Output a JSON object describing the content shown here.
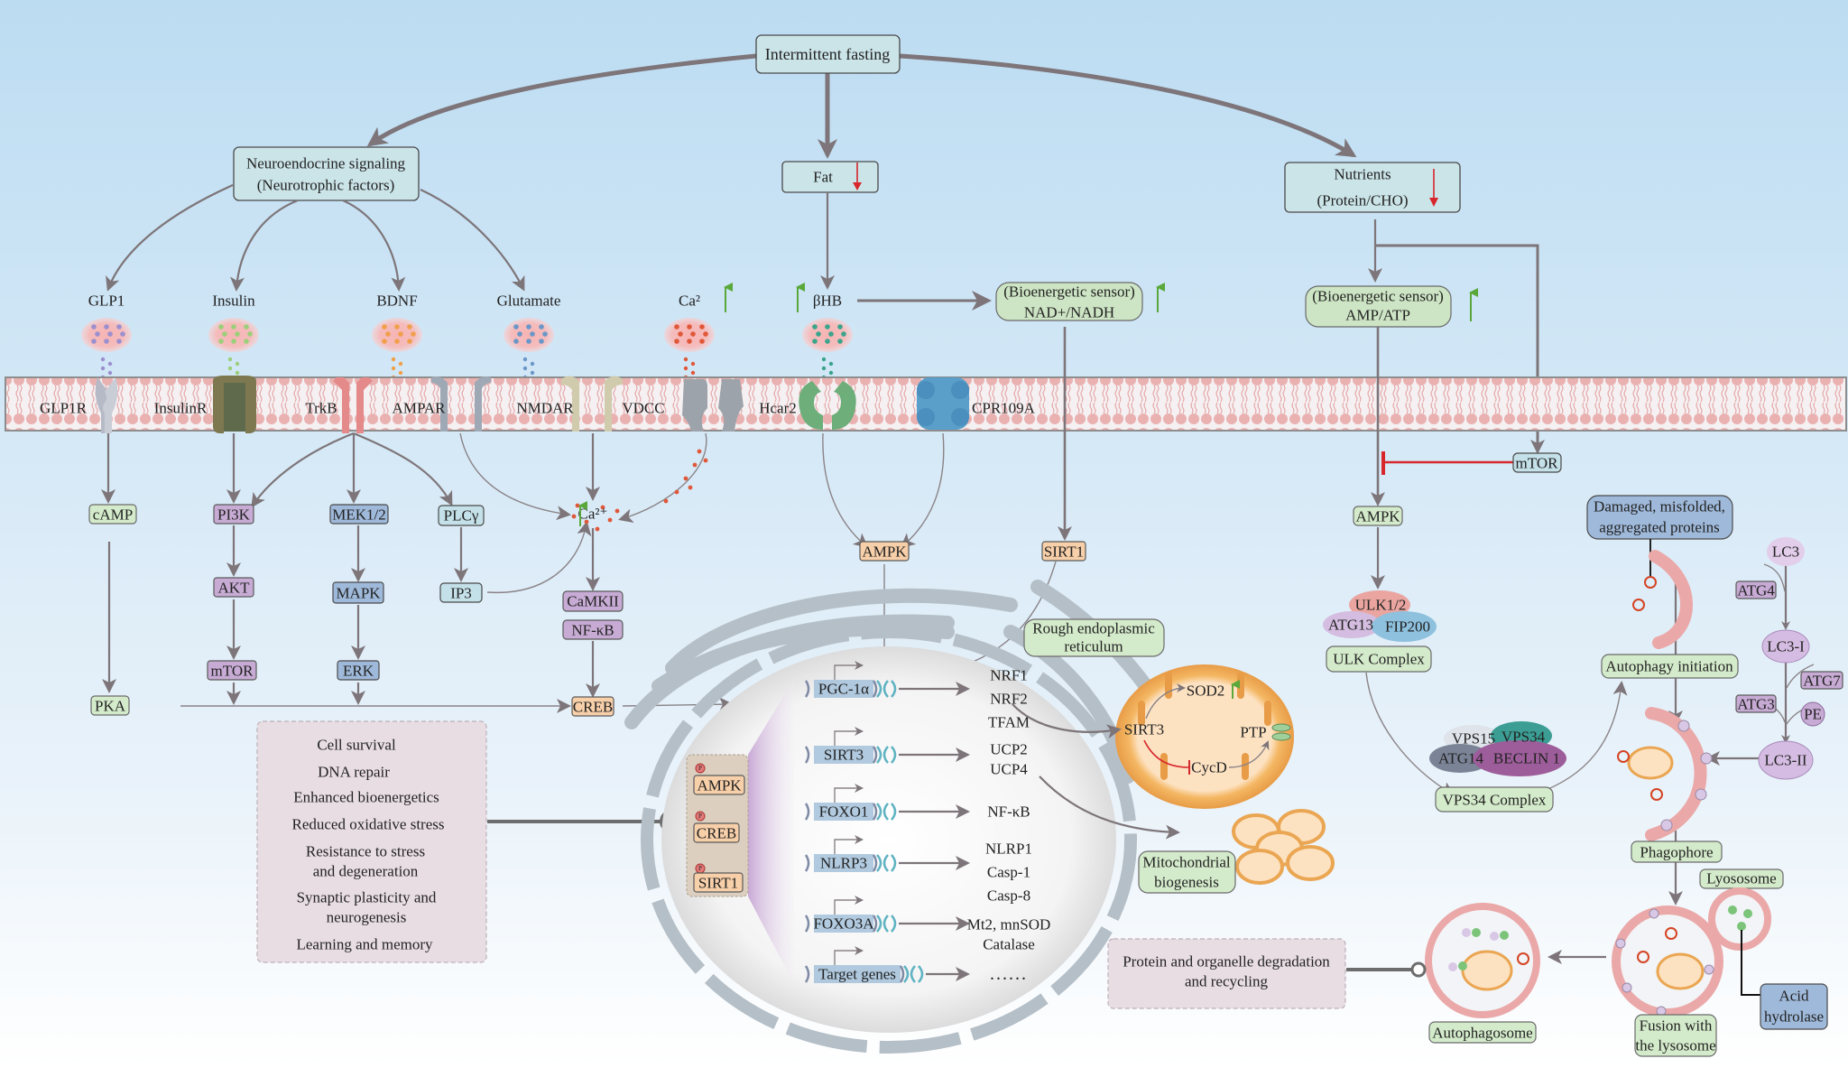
{
  "title": "Intermittent fasting",
  "top_branches": {
    "neuroendocrine": [
      "Neuroendocrine signaling",
      "(Neurotrophic factors)"
    ],
    "fat": "Fat",
    "nutrients": [
      "Nutrients",
      "(Protein/CHO)"
    ]
  },
  "ligands": {
    "glp1": "GLP1",
    "insulin": "Insulin",
    "bdnf": "BDNF",
    "glutamate": "Glutamate",
    "ca": "Ca²",
    "bhb": "βHB"
  },
  "sensors": {
    "nad": [
      "(Bioenergetic sensor)",
      "NAD+/NADH"
    ],
    "amp": [
      "(Bioenergetic sensor)",
      "AMP/ATP"
    ]
  },
  "receptors": {
    "glp1r": "GLP1R",
    "insulinr": "InsulinR",
    "trkb": "TrkB",
    "ampar": "AMPAR",
    "nmdar": "NMDAR",
    "vdcc": "VDCC",
    "hcar2": "Hcar2",
    "cpr109a": "CPR109A"
  },
  "signaling": {
    "camp": "cAMP",
    "pka": "PKA",
    "pi3k": "PI3K",
    "akt": "AKT",
    "mtor_left": "mTOR",
    "mek": "MEK1/2",
    "mapk": "MAPK",
    "erk": "ERK",
    "plcg": "PLCγ",
    "ip3": "IP3",
    "ca2": "Ca²⁺",
    "camkii": "CaMKII",
    "nfkb": "NF-κB",
    "creb": "CREB",
    "ampk_mid": "AMPK",
    "sirt1_mid": "SIRT1"
  },
  "effects": [
    "Cell survival",
    "DNA repair",
    "Enhanced bioenergetics",
    "Reduced oxidative stress",
    "Resistance to stress",
    "and degeneration",
    "Synaptic plasticity and",
    "neurogenesis",
    "Learning and memory"
  ],
  "phospho": {
    "p": "P",
    "items": [
      "AMPK",
      "CREB",
      "SIRT1"
    ]
  },
  "genes": [
    {
      "name": "PGC-1α",
      "targets": [
        "NRF1",
        "NRF2",
        "TFAM"
      ]
    },
    {
      "name": "SIRT3",
      "targets": [
        "UCP2",
        "UCP4"
      ]
    },
    {
      "name": "FOXO1",
      "targets": [
        "NF-κB"
      ]
    },
    {
      "name": "NLRP3",
      "targets": [
        "NLRP1",
        "Casp-1",
        "Casp-8"
      ]
    },
    {
      "name": "FOXO3A",
      "targets": [
        "Mt2, mnSOD",
        "Catalase"
      ]
    },
    {
      "name": "Target genes",
      "targets": [
        "......"
      ]
    }
  ],
  "rer": [
    "Rough endoplasmic",
    "reticulum"
  ],
  "mitochondrion": {
    "sirt3": "SIRT3",
    "sod2": "SOD2",
    "cycd": "CycD",
    "ptp": "PTP"
  },
  "mito_biogenesis": [
    "Mitochondrial",
    "biogenesis"
  ],
  "autophagy": {
    "mtor": "mTOR",
    "ampk": "AMPK",
    "ulk": {
      "ulk12": "ULK1/2",
      "atg13": "ATG13",
      "fip200": "FIP200",
      "label": "ULK Complex"
    },
    "vps": {
      "vps15": "VPS15",
      "vps34": "VPS34",
      "atg14": "ATG14",
      "beclin": "BECLIN 1",
      "label": "VPS34 Complex"
    },
    "damaged": [
      "Damaged, misfolded,",
      "aggregated proteins"
    ],
    "initiation": "Autophagy initiation",
    "lc3": "LC3",
    "atg4": "ATG4",
    "lc3i": "LC3-I",
    "atg7": "ATG7",
    "atg3": "ATG3",
    "pe": "PE",
    "lc3ii": "LC3-II",
    "phagophore": "Phagophore",
    "lysosome": "Lyososome",
    "fusion": [
      "Fusion with",
      "the lysosome"
    ],
    "acid": [
      "Acid",
      "hydrolase"
    ],
    "autophagosome": "Autophagosome",
    "degradation": [
      "Protein and organelle degradation",
      "and recycling"
    ]
  },
  "colors": {
    "background_top": "#bcdcf2",
    "background_bottom": "#f3f8fc",
    "arrow": "#7d7579",
    "up_arrow": "#5aa83a",
    "down_arrow": "#d7262c",
    "inhibit": "#d7262c"
  }
}
